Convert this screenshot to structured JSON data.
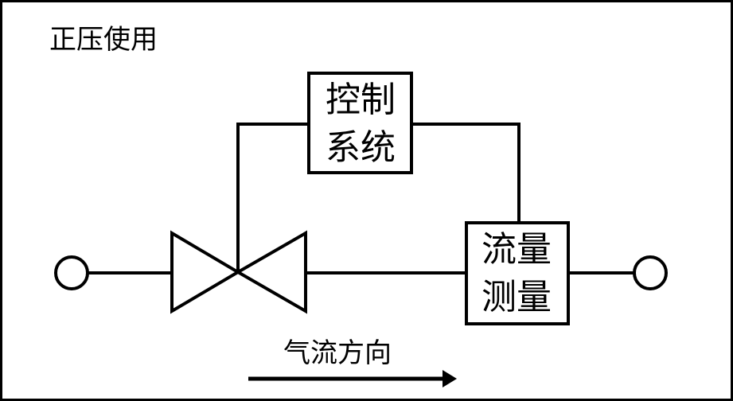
{
  "title": "正压使用",
  "control_box": {
    "line1": "控制",
    "line2": "系统"
  },
  "flow_box": {
    "line1": "流量",
    "line2": "测量"
  },
  "direction_label": "气流方向",
  "colors": {
    "stroke": "#000000",
    "background": "#ffffff"
  }
}
